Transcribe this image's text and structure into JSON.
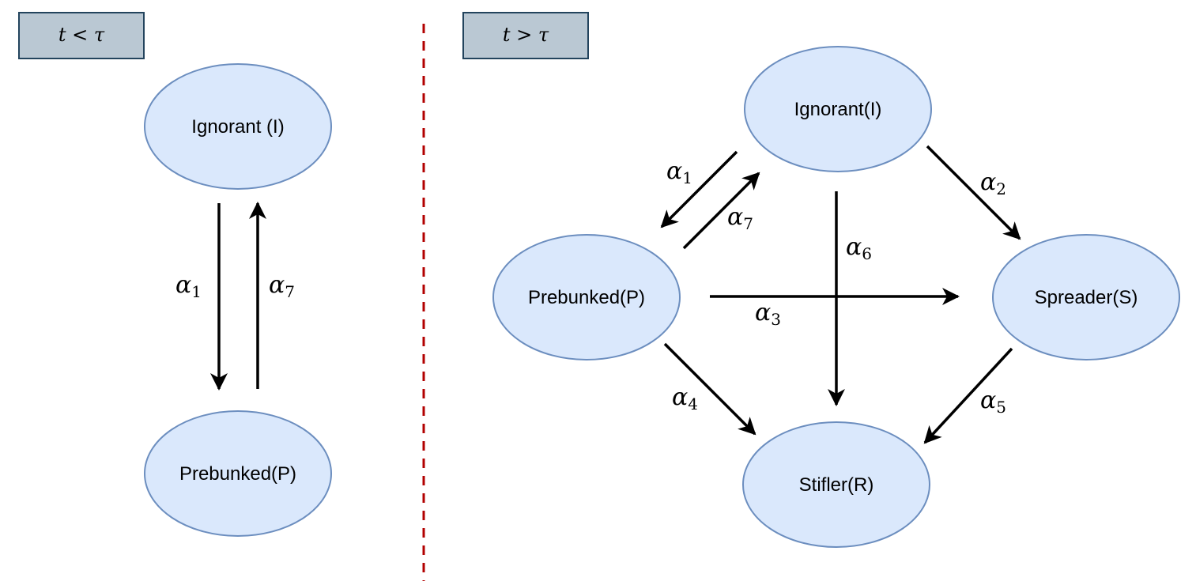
{
  "colors": {
    "node_fill": "#dae8fc",
    "node_stroke": "#6c8ebf",
    "box_fill": "#bac8d3",
    "box_stroke": "#23445d",
    "divider": "#b20000",
    "arrow": "#000000"
  },
  "left_panel": {
    "condition": "t < τ",
    "nodes": {
      "ignorant": "Ignorant (I)",
      "prebunked": "Prebunked(P)"
    },
    "rates": {
      "a1": {
        "symbol": "α",
        "sub": "1"
      },
      "a7": {
        "symbol": "α",
        "sub": "7"
      }
    }
  },
  "right_panel": {
    "condition": "t > τ",
    "nodes": {
      "ignorant": "Ignorant(I)",
      "prebunked": "Prebunked(P)",
      "spreader": "Spreader(S)",
      "stifler": "Stifler(R)"
    },
    "rates": {
      "a1": {
        "symbol": "α",
        "sub": "1"
      },
      "a2": {
        "symbol": "α",
        "sub": "2"
      },
      "a3": {
        "symbol": "α",
        "sub": "3"
      },
      "a4": {
        "symbol": "α",
        "sub": "4"
      },
      "a5": {
        "symbol": "α",
        "sub": "5"
      },
      "a6": {
        "symbol": "α",
        "sub": "6"
      },
      "a7": {
        "symbol": "α",
        "sub": "7"
      }
    }
  }
}
